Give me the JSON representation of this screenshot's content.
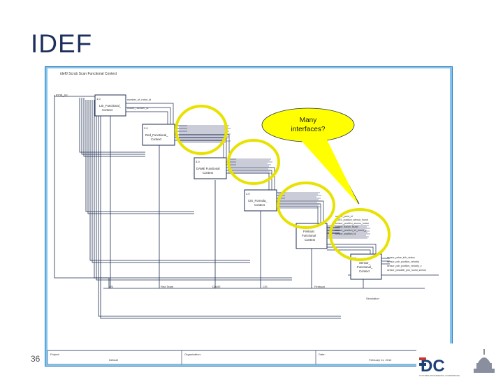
{
  "slide": {
    "title": "IDEF",
    "page_number": "36"
  },
  "diagram": {
    "header": "idef0 Scrub Scan Functional Context",
    "tag_left": "ECB_Sc",
    "boxes": [
      {
        "num": "1.0",
        "label_line1": "LSI_Functional_",
        "label_line2": "Context"
      },
      {
        "num": "2.0",
        "label_line1": "Red_Functional_",
        "label_line2": "Context"
      },
      {
        "num": "3.0",
        "label_line1": "DAME Functional",
        "label_line2": "Context"
      },
      {
        "num": "4.0",
        "label_line1": "CIS_Formula_",
        "label_line2": "Context"
      },
      {
        "num": "5.0",
        "label_line1": "Fireboat",
        "label_line2": "Functional",
        "label_line3": "Context"
      },
      {
        "num": "6.0",
        "label_line1": "Sensor_",
        "label_line2": "Functional_",
        "label_line3": "Context"
      }
    ],
    "outputs_box1": [
      "number_of_robot_id",
      "model_number_ld"
    ],
    "outputs_box6": [
      "sensor_pulse_info_status",
      "sensor_pub_position_velocity",
      "sensor_pub_position_velocity_z",
      "sensor_possible_pos_found_sensor"
    ],
    "inputs_box5": [
      "sensor_point_id",
      "DDSS_position_sensor_found",
      "sensor_position_sensor_fusion",
      "sensor_fusion_found",
      "sensor_position_s2_found_y",
      "sensor_position_ld"
    ],
    "bottom_labels": [
      "LSI",
      "Red Team",
      "DAME",
      "CIS",
      "Fireboat"
    ],
    "sim_label": "Simulation",
    "footer": {
      "project_label": "Project:",
      "project_value": "Default",
      "org_label": "Organization:",
      "date_label": "Date:",
      "date_value": "February 11, 2012"
    }
  },
  "callout": {
    "text_line1": "Many",
    "text_line2": "interfaces?"
  },
  "logo": {
    "text": "DC",
    "subtitle": "SYSTEMS ENGINEERING CONFERENCE"
  },
  "colors": {
    "title": "#1d2f5c",
    "frame": "#7fc3ee",
    "callout": "#ffff00",
    "circle": "#e8e200",
    "line": "#1f2d50"
  }
}
